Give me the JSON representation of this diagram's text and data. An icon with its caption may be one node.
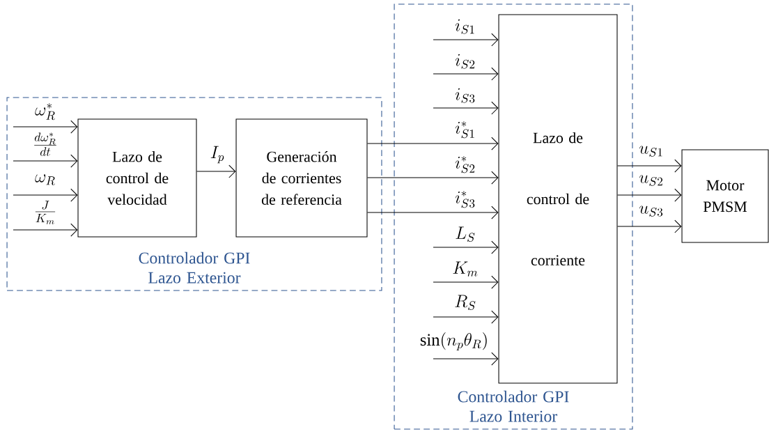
{
  "diagram": {
    "nodes": [
      {
        "text": [
          "Controlador GPI Lazo Exterior"
        ]
      },
      {
        "text": [
          "Lazo de control de velocidad"
        ],
        "in": 0
      },
      {
        "text": [
          "Generación de corrientes de referencia"
        ],
        "in": 0
      },
      {
        "text": [
          "Controlador GPI Lazo Interior"
        ]
      },
      {
        "text": [
          "Lazo de control de corriente"
        ],
        "in": 3
      },
      {
        "text": [
          "Motor PMSM"
        ]
      }
    ],
    "edges": [
      {
        "from": null,
        "to": 1,
        "arrow": "to",
        "label": "\\omega_R^*"
      },
      {
        "from": null,
        "to": 1,
        "arrow": "to",
        "label": "\\frac{d\\omega_R^*}{dt}"
      },
      {
        "from": null,
        "to": 1,
        "arrow": "to",
        "label": "\\omega_R"
      },
      {
        "from": null,
        "to": 1,
        "arrow": "to",
        "label": "\\frac{J}{K_m}"
      },
      {
        "from": 1,
        "to": 2,
        "arrow": "to",
        "label": "I_p"
      },
      {
        "from": null,
        "to": 4,
        "arrow": "to",
        "label": "i_{S1}"
      },
      {
        "from": null,
        "to": 4,
        "arrow": "to",
        "label": "i_{S2}"
      },
      {
        "from": null,
        "to": 4,
        "arrow": "to",
        "label": "i_{S3}"
      },
      {
        "from": 2,
        "to": 4,
        "arrow": "to",
        "label": "i_{S1}^*"
      },
      {
        "from": 2,
        "to": 4,
        "arrow": "to",
        "label": "i_{S2}^*"
      },
      {
        "from": 2,
        "to": 4,
        "arrow": "to",
        "label": "i_{S3}^*"
      },
      {
        "from": null,
        "to": 4,
        "arrow": "to",
        "label": "L_S"
      },
      {
        "from": null,
        "to": 4,
        "arrow": "to",
        "label": "K_m"
      },
      {
        "from": null,
        "to": 4,
        "arrow": "to",
        "label": "R_S"
      },
      {
        "from": null,
        "to": 4,
        "arrow": "to",
        "label": "\\sin(n_p\\theta_R)"
      },
      {
        "from": 4,
        "to": 5,
        "arrow": "to",
        "label": "u_{S1}"
      },
      {
        "from": 4,
        "to": 5,
        "arrow": "to",
        "label": "u_{S2}"
      },
      {
        "from": 4,
        "to": 5,
        "arrow": "to",
        "label": "u_{S3}"
      }
    ]
  }
}
